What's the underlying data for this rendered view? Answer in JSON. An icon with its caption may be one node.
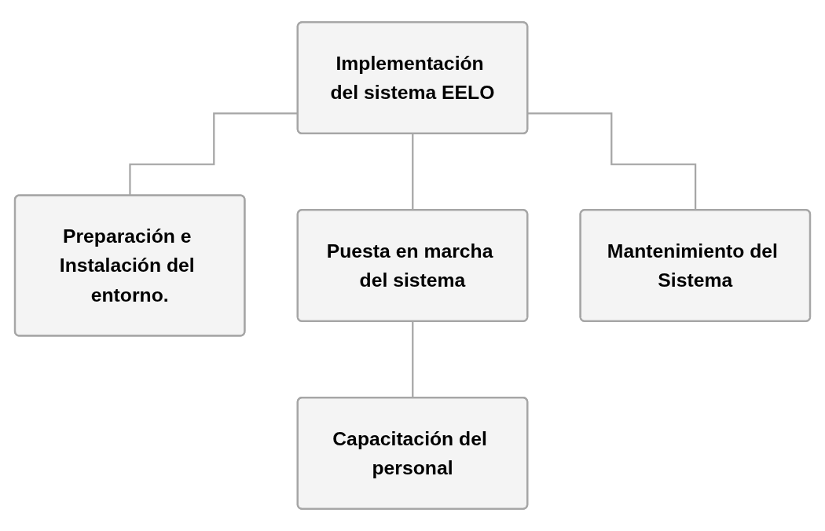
{
  "diagram": {
    "nodes": [
      {
        "text": [
          "Implementación del sistema EELO"
        ]
      },
      {
        "text": [
          "Preparación e Instalación del entorno."
        ]
      },
      {
        "text": [
          "Puesta en marcha del sistema"
        ]
      },
      {
        "text": [
          "Mantenimiento del Sistema"
        ]
      },
      {
        "text": [
          "Capacitación del personal"
        ]
      }
    ],
    "edges": [
      {
        "from": 0,
        "to": 1,
        "arrow": "none"
      },
      {
        "from": 0,
        "to": 2,
        "arrow": "none"
      },
      {
        "from": 0,
        "to": 3,
        "arrow": "none"
      },
      {
        "from": 2,
        "to": 4,
        "arrow": "none"
      }
    ]
  }
}
